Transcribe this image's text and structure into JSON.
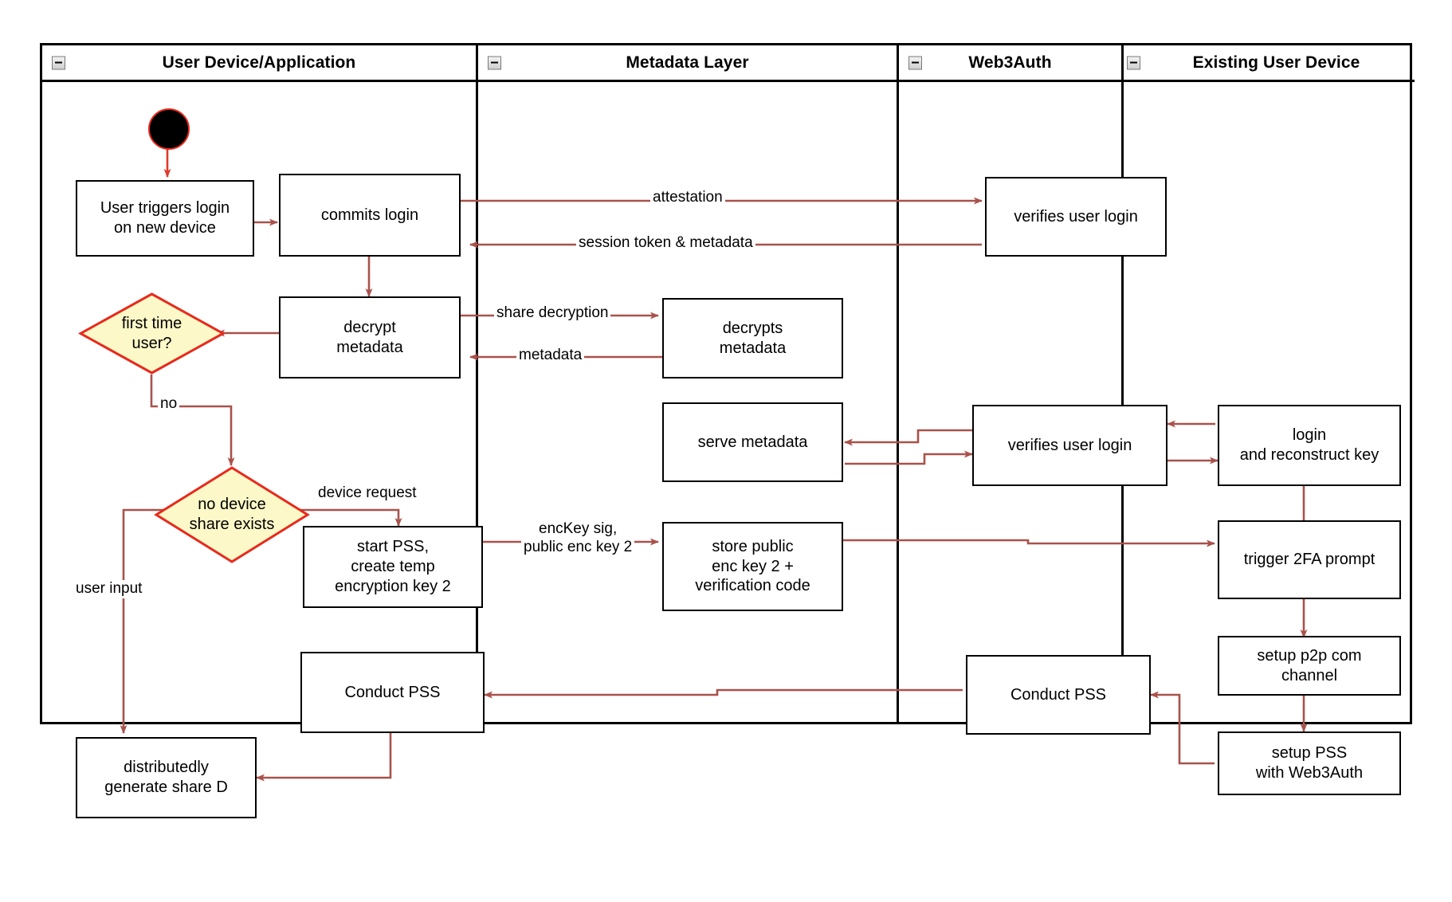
{
  "diagram": {
    "type": "swimlane-activity-diagram",
    "colors": {
      "edge": "#a8524b",
      "decision_border": "#e8291c",
      "decision_fill": "#fcf8c8",
      "node_border": "#000000",
      "lane_border": "#000000",
      "start_fill": "#000000",
      "start_border": "#e8291c",
      "background": "#ffffff"
    },
    "lanes": [
      {
        "id": "lane-user-device",
        "title": "User Device/Application",
        "collapse_icon": "minus-icon"
      },
      {
        "id": "lane-metadata",
        "title": "Metadata Layer",
        "collapse_icon": "minus-icon"
      },
      {
        "id": "lane-web3auth",
        "title": "Web3Auth",
        "collapse_icon": "minus-icon"
      },
      {
        "id": "lane-existing-device",
        "title": "Existing User Device",
        "collapse_icon": "minus-icon"
      }
    ],
    "nodes": [
      {
        "id": "start",
        "kind": "start",
        "lane": "lane-user-device",
        "label": ""
      },
      {
        "id": "user-triggers-login",
        "kind": "action",
        "lane": "lane-user-device",
        "label": "User triggers login\non new device"
      },
      {
        "id": "commits-login",
        "kind": "action",
        "lane": "lane-user-device",
        "label": "commits login"
      },
      {
        "id": "decrypt-metadata",
        "kind": "action",
        "lane": "lane-user-device",
        "label": "decrypt\nmetadata"
      },
      {
        "id": "first-time-user",
        "kind": "decision",
        "lane": "lane-user-device",
        "label": "first time\nuser?"
      },
      {
        "id": "no-device-share-exists",
        "kind": "decision",
        "lane": "lane-user-device",
        "label": "no device\nshare exists"
      },
      {
        "id": "start-pss",
        "kind": "action",
        "lane": "lane-user-device",
        "label": "start PSS,\ncreate temp\nencryption key 2"
      },
      {
        "id": "conduct-pss-user",
        "kind": "action",
        "lane": "lane-user-device",
        "label": "Conduct PSS"
      },
      {
        "id": "distributedly-generate-share-d",
        "kind": "action",
        "lane": "lane-user-device",
        "label": "distributedly\ngenerate share D"
      },
      {
        "id": "decrypts-metadata",
        "kind": "action",
        "lane": "lane-metadata",
        "label": "decrypts\nmetadata"
      },
      {
        "id": "serve-metadata",
        "kind": "action",
        "lane": "lane-metadata",
        "label": "serve metadata"
      },
      {
        "id": "store-public-enc-key",
        "kind": "action",
        "lane": "lane-metadata",
        "label": "store public\nenc key 2 +\nverification code"
      },
      {
        "id": "verifies-user-login-1",
        "kind": "action",
        "lane": "lane-web3auth",
        "label": "verifies user login"
      },
      {
        "id": "verifies-user-login-2",
        "kind": "action",
        "lane": "lane-web3auth",
        "label": "verifies user login"
      },
      {
        "id": "conduct-pss-web3auth",
        "kind": "action",
        "lane": "lane-web3auth",
        "label": "Conduct PSS"
      },
      {
        "id": "login-reconstruct-key",
        "kind": "action",
        "lane": "lane-existing-device",
        "label": "login\nand reconstruct key"
      },
      {
        "id": "trigger-2fa-prompt",
        "kind": "action",
        "lane": "lane-existing-device",
        "label": "trigger 2FA prompt"
      },
      {
        "id": "setup-p2p-com-channel",
        "kind": "action",
        "lane": "lane-existing-device",
        "label": "setup p2p com\nchannel"
      },
      {
        "id": "setup-pss-with-web3auth",
        "kind": "action",
        "lane": "lane-existing-device",
        "label": "setup PSS\nwith Web3Auth"
      }
    ],
    "edge_labels": [
      {
        "id": "edge-attestation",
        "text": "attestation"
      },
      {
        "id": "edge-session-token",
        "text": "session token & metadata"
      },
      {
        "id": "edge-share-decryption",
        "text": "share decryption"
      },
      {
        "id": "edge-metadata",
        "text": "metadata"
      },
      {
        "id": "edge-no",
        "text": "no"
      },
      {
        "id": "edge-device-request",
        "text": "device request"
      },
      {
        "id": "edge-user-input",
        "text": "user input"
      },
      {
        "id": "edge-enckey-sig",
        "text": "encKey sig,\npublic enc key 2"
      }
    ],
    "edge_label_lines": {
      "enckey_line1": "encKey sig,",
      "enckey_line2": "public enc key 2"
    }
  }
}
